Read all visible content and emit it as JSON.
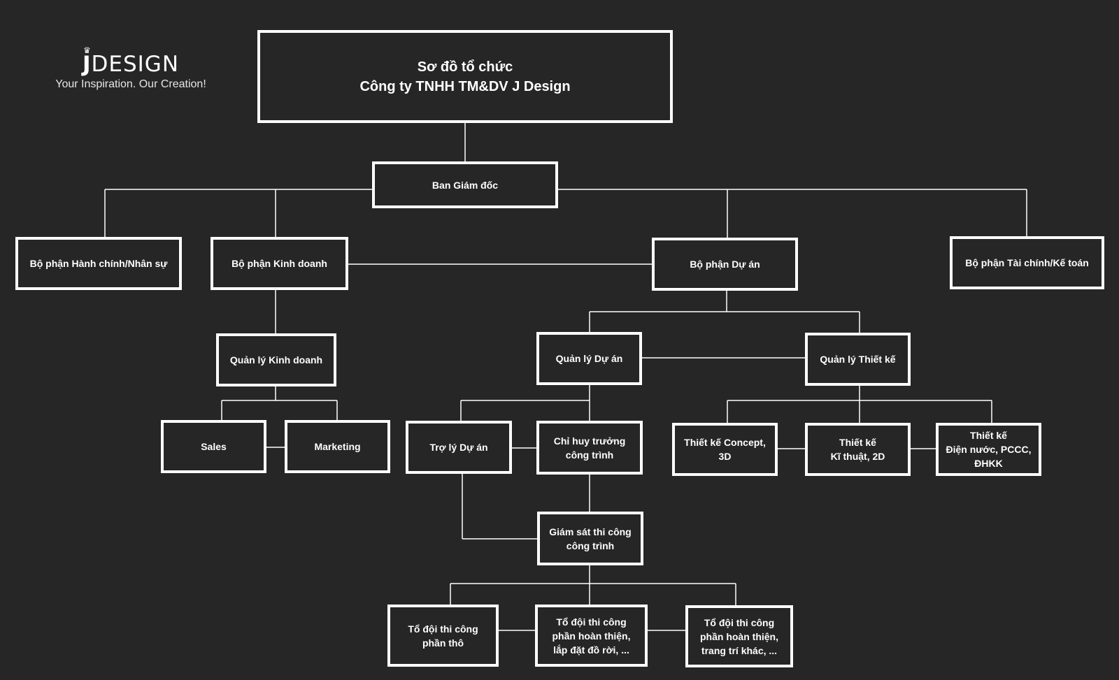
{
  "logo": {
    "initial": "J",
    "rest": "DESIGN",
    "tagline": "Your Inspiration. Our Creation!"
  },
  "colors": {
    "background": "#262626",
    "line": "#ffffff"
  },
  "nodes": {
    "title": "Sơ đồ tổ chức\nCông ty TNHH TM&DV J Design",
    "board": "Ban Giám đốc",
    "hr": "Bộ phận Hành chính/Nhân sự",
    "sales_dept": "Bộ phận Kinh doanh",
    "project_dept": "Bộ phận Dự án",
    "finance": "Bộ phận Tài chính/Kế toán",
    "sales_mgr": "Quản lý Kinh doanh",
    "project_mgr": "Quản lý Dự án",
    "design_mgr": "Quản lý Thiết kế",
    "sales": "Sales",
    "marketing": "Marketing",
    "project_asst": "Trợ lý Dự án",
    "site_commander": "Chỉ huy trưởng\ncông trình",
    "design_concept": "Thiết kế Concept,\n3D",
    "design_tech": "Thiết kế\nKĩ thuật, 2D",
    "design_mep": "Thiết kế\nĐiện nước, PCCC,\nĐHKK",
    "site_supervisor": "Giám sát thi công\ncông trình",
    "team_rough": "Tổ đội thi công\nphần thô",
    "team_finish": "Tổ đội thi công\nphần hoàn thiện,\nlắp đặt đồ rời, ...",
    "team_decor": "Tổ đội thi công\nphần hoàn thiện,\ntrang trí khác, ..."
  }
}
